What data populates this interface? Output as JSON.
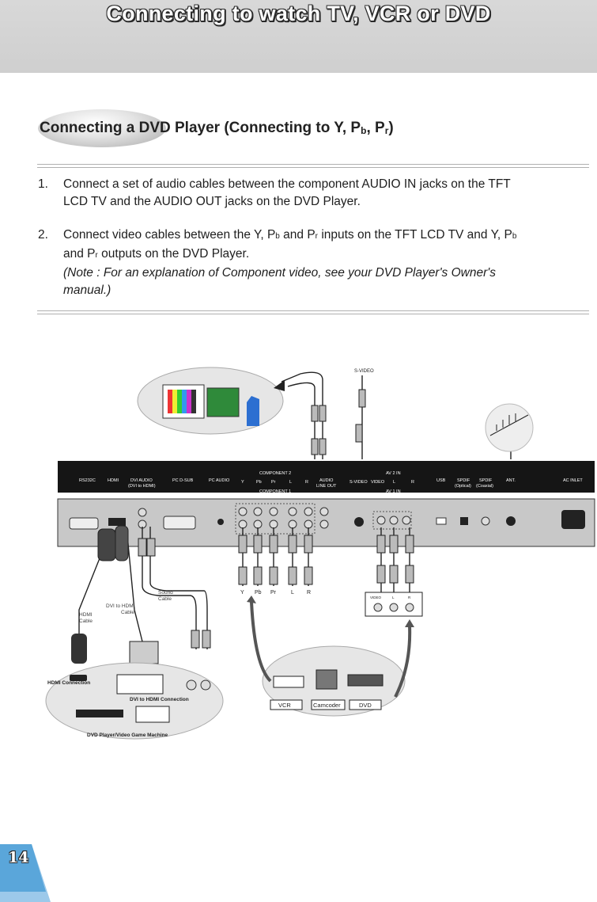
{
  "header": {
    "title": "Connecting to watch TV, VCR or DVD"
  },
  "section": {
    "title_main": "Connecting a DVD Player (Connecting to Y, P",
    "title_b": "b",
    "title_mid": ", P",
    "title_r": "r",
    "title_end": ")"
  },
  "steps": [
    {
      "num": "1.",
      "line1": "Connect a set of audio cables between the component AUDIO IN jacks on the TFT",
      "line2": "LCD TV and the AUDIO OUT jacks on the DVD Player."
    },
    {
      "num": "2.",
      "line1a": "Connect video cables between the Y, P",
      "b": "b",
      "line1b": " and P",
      "r": "r",
      "line1c": " inputs on the TFT LCD TV and Y, P",
      "b2": "b",
      "line2a": "and P",
      "r2": "r",
      "line2b": " outputs on the DVD Player.",
      "note1": "(Note : For an explanation of Component video, see your DVD Player's Owner's",
      "note2": "manual.)"
    }
  ],
  "diagram": {
    "svideo": "S-VIDEO",
    "panel_labels": [
      "RS232C",
      "HDMI",
      "DVI AUDIO",
      "(DVI to HDMI)",
      "PC D-SUB",
      "PC AUDIO",
      "COMPONENT 2",
      "COMPONENT 1",
      "Y",
      "Pb",
      "Pr",
      "L",
      "R",
      "AUDIO",
      "LINE OUT",
      "AV 2 IN",
      "AV 1 IN",
      "S-VIDEO",
      "VIDEO",
      "L",
      "R",
      "USB",
      "SPDIF",
      "(Optical)",
      "SPDIF",
      "(Coaxial)",
      "ANT.",
      "AC INLET"
    ],
    "cable_labels": {
      "sound": "Sound",
      "sound2": "Cable",
      "dvi": "DVI to HDMI",
      "dvi2": "Cable",
      "hdmi": "HDMI",
      "hdmi2": "Cable"
    },
    "plug_labels": [
      "Y",
      "Pb",
      "Pr",
      "L",
      "R"
    ],
    "device_labels": {
      "video": "VIDEO",
      "l": "L",
      "r": "R"
    },
    "left_group": {
      "hdmi_conn": "HDMI Connection",
      "dvi_conn": "DVI to HDMI Connection",
      "dvd_game": "DVD Player/Video Game Machine"
    },
    "right_group": {
      "vcr": "VCR",
      "camcorder": "Camcoder",
      "dvd": "DVD"
    }
  },
  "page_number": "14"
}
